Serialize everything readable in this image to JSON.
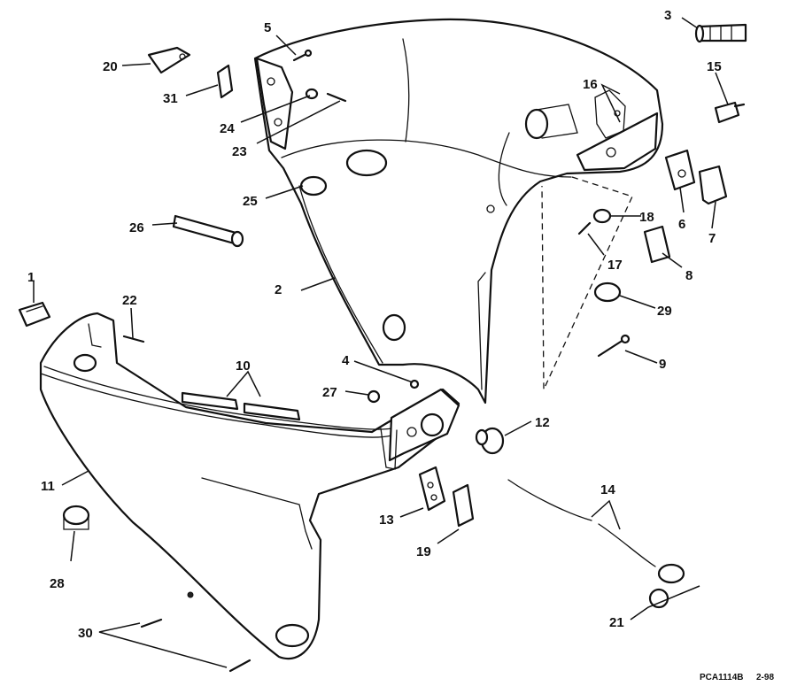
{
  "callouts": [
    {
      "id": "c1",
      "label": "1"
    },
    {
      "id": "c2",
      "label": "2"
    },
    {
      "id": "c3",
      "label": "3"
    },
    {
      "id": "c4",
      "label": "4"
    },
    {
      "id": "c5",
      "label": "5"
    },
    {
      "id": "c6",
      "label": "6"
    },
    {
      "id": "c7",
      "label": "7"
    },
    {
      "id": "c8",
      "label": "8"
    },
    {
      "id": "c9",
      "label": "9"
    },
    {
      "id": "c10",
      "label": "10"
    },
    {
      "id": "c11",
      "label": "11"
    },
    {
      "id": "c12",
      "label": "12"
    },
    {
      "id": "c13",
      "label": "13"
    },
    {
      "id": "c14",
      "label": "14"
    },
    {
      "id": "c15",
      "label": "15"
    },
    {
      "id": "c16",
      "label": "16"
    },
    {
      "id": "c17",
      "label": "17"
    },
    {
      "id": "c18",
      "label": "18"
    },
    {
      "id": "c19",
      "label": "19"
    },
    {
      "id": "c20",
      "label": "20"
    },
    {
      "id": "c21",
      "label": "21"
    },
    {
      "id": "c22",
      "label": "22"
    },
    {
      "id": "c23",
      "label": "23"
    },
    {
      "id": "c24",
      "label": "24"
    },
    {
      "id": "c25",
      "label": "25"
    },
    {
      "id": "c26",
      "label": "26"
    },
    {
      "id": "c27",
      "label": "27"
    },
    {
      "id": "c28",
      "label": "28"
    },
    {
      "id": "c29",
      "label": "29"
    },
    {
      "id": "c30",
      "label": "30"
    },
    {
      "id": "c31",
      "label": "31"
    }
  ],
  "footer": {
    "drawing_code": "PCA1114B",
    "date_code": "2-98"
  }
}
